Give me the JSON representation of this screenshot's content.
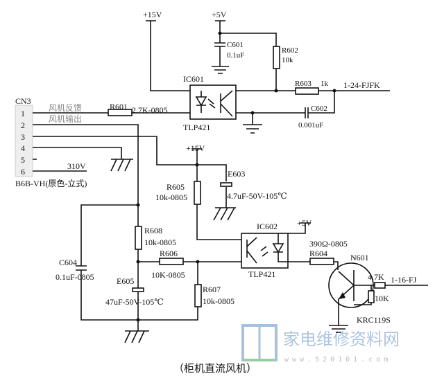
{
  "connector": {
    "ref": "CN3",
    "part": "B6B-VH(原色-立式)",
    "pins": [
      "1",
      "2",
      "3",
      "4",
      "5",
      "6"
    ],
    "pin1_label": "风机反馈",
    "pin2_label": "风机输出",
    "pin6_label": "310V"
  },
  "supplies": {
    "p15v_top": "+15V",
    "p5v_top": "+5V",
    "p15v_mid": "+15V",
    "p5v_ic602": "+5V"
  },
  "ic601": {
    "ref": "IC601",
    "part": "TLP421"
  },
  "ic602": {
    "ref": "IC602",
    "part": "TLP421"
  },
  "c601": {
    "ref": "C601",
    "value": "0.1uF"
  },
  "r602": {
    "ref": "R602",
    "value": "10k"
  },
  "r603": {
    "ref": "R603",
    "value": "1k"
  },
  "c602": {
    "ref": "C602",
    "value": "0.001uF"
  },
  "r601": {
    "ref": "R601",
    "value": "2.7K-0805"
  },
  "net_out1": "1-24-FJFK",
  "r605": {
    "ref": "R605",
    "value": "10k-0805"
  },
  "e603": {
    "ref": "E603",
    "value": "4.7uF-50V-105℃"
  },
  "r608": {
    "ref": "R608",
    "value": "10k-0805"
  },
  "r606": {
    "ref": "R606",
    "value": "10K-0805"
  },
  "r607": {
    "ref": "R607",
    "value": "10k-0805"
  },
  "c604": {
    "ref": "C604",
    "value": "0.1uF-0805"
  },
  "e605": {
    "ref": "E605",
    "value": "47uF-50V-105℃"
  },
  "r604": {
    "ref": "R604",
    "value": "390Ω-0805"
  },
  "n601": {
    "ref": "N601",
    "part": "KRC119S",
    "r1": "4.7K",
    "r2": "10K"
  },
  "net_out2": "1-16-FJ",
  "caption": "（柜机直流风机）",
  "watermark": {
    "name": "家电维修资料网",
    "url": "www.520101.com"
  }
}
